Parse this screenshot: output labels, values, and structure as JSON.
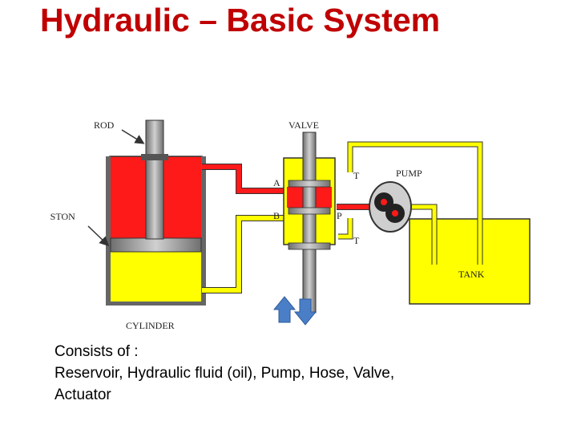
{
  "slide": {
    "title": "Hydraulic – Basic System"
  },
  "diagram": {
    "labels": {
      "rod": "ROD",
      "piston": "PISTON",
      "cylinder": "CYLINDER",
      "valve": "VALVE",
      "port_a": "A",
      "port_b": "B",
      "port_p": "P",
      "port_t_upper": "T",
      "port_t_lower": "T",
      "pump": "PUMP",
      "tank": "TANK"
    },
    "icons": [
      "arrow-up-icon",
      "arrow-down-icon"
    ],
    "colors": {
      "high_pressure_fluid": "#ff1a1a",
      "low_pressure_fluid": "#ffff00",
      "steel": "#9a9a9a",
      "outline": "#333333",
      "arrow": "#4a7fc7"
    }
  },
  "caption": {
    "line1": "Consists of :",
    "line2": "Reservoir,  Hydraulic  fluid  (oil),  Pump,  Hose,  Valve,",
    "line3": "Actuator"
  }
}
